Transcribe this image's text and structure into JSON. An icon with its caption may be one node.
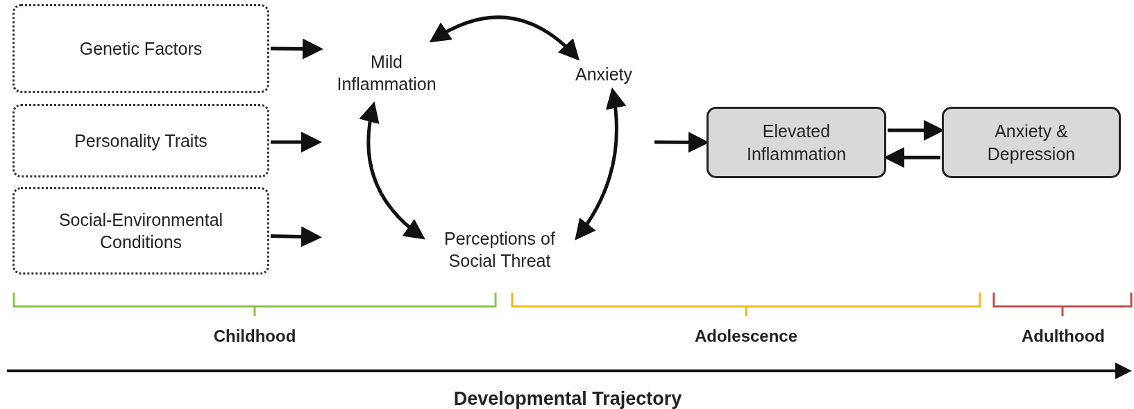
{
  "diagram": {
    "nodes": [
      {
        "text": [
          "Genetic Factors"
        ]
      },
      {
        "text": [
          "Personality Traits"
        ]
      },
      {
        "text": [
          "Social-Environmental Conditions"
        ]
      },
      {
        "text": [
          "Mild Inflammation"
        ]
      },
      {
        "text": [
          "Anxiety"
        ]
      },
      {
        "text": [
          "Perceptions of Social Threat"
        ]
      },
      {
        "text": [
          "Elevated Inflammation"
        ]
      },
      {
        "text": [
          "Anxiety & Depression"
        ]
      }
    ],
    "edges": [
      {
        "from": 0,
        "to": 3,
        "arrow": "to"
      },
      {
        "from": 1,
        "to": null,
        "arrow": "to"
      },
      {
        "from": 2,
        "to": null,
        "arrow": "to"
      },
      {
        "from": 3,
        "to": 4,
        "arrow": "both"
      },
      {
        "from": 3,
        "to": 5,
        "arrow": "both"
      },
      {
        "from": 4,
        "to": 5,
        "arrow": "both"
      },
      {
        "from": null,
        "to": 6,
        "arrow": "to"
      },
      {
        "from": 6,
        "to": 7,
        "arrow": "to"
      },
      {
        "from": 7,
        "to": 6,
        "arrow": "to"
      }
    ],
    "labels": [
      "Childhood",
      "Adolescence",
      "Adulthood",
      "Developmental Trajectory"
    ]
  }
}
